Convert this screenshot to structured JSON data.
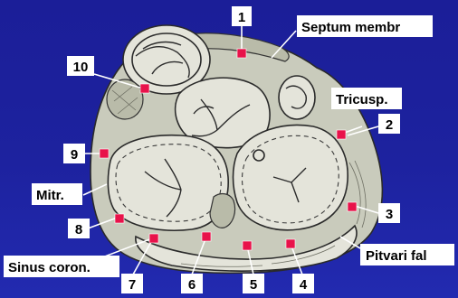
{
  "labels": {
    "septum": "Septum membr",
    "tricusp": "Tricusp.",
    "mitr": "Mitr.",
    "sinus": "Sinus coron.",
    "pitvari": "Pitvari fal"
  },
  "numbers": {
    "n1": "1",
    "n2": "2",
    "n3": "3",
    "n4": "4",
    "n5": "5",
    "n6": "6",
    "n7": "7",
    "n8": "8",
    "n9": "9",
    "n10": "10"
  },
  "colors": {
    "background": "#1b1e98",
    "marker": "#e8124a",
    "tissue": "#c9cbbc",
    "chamber": "#e4e4da"
  }
}
